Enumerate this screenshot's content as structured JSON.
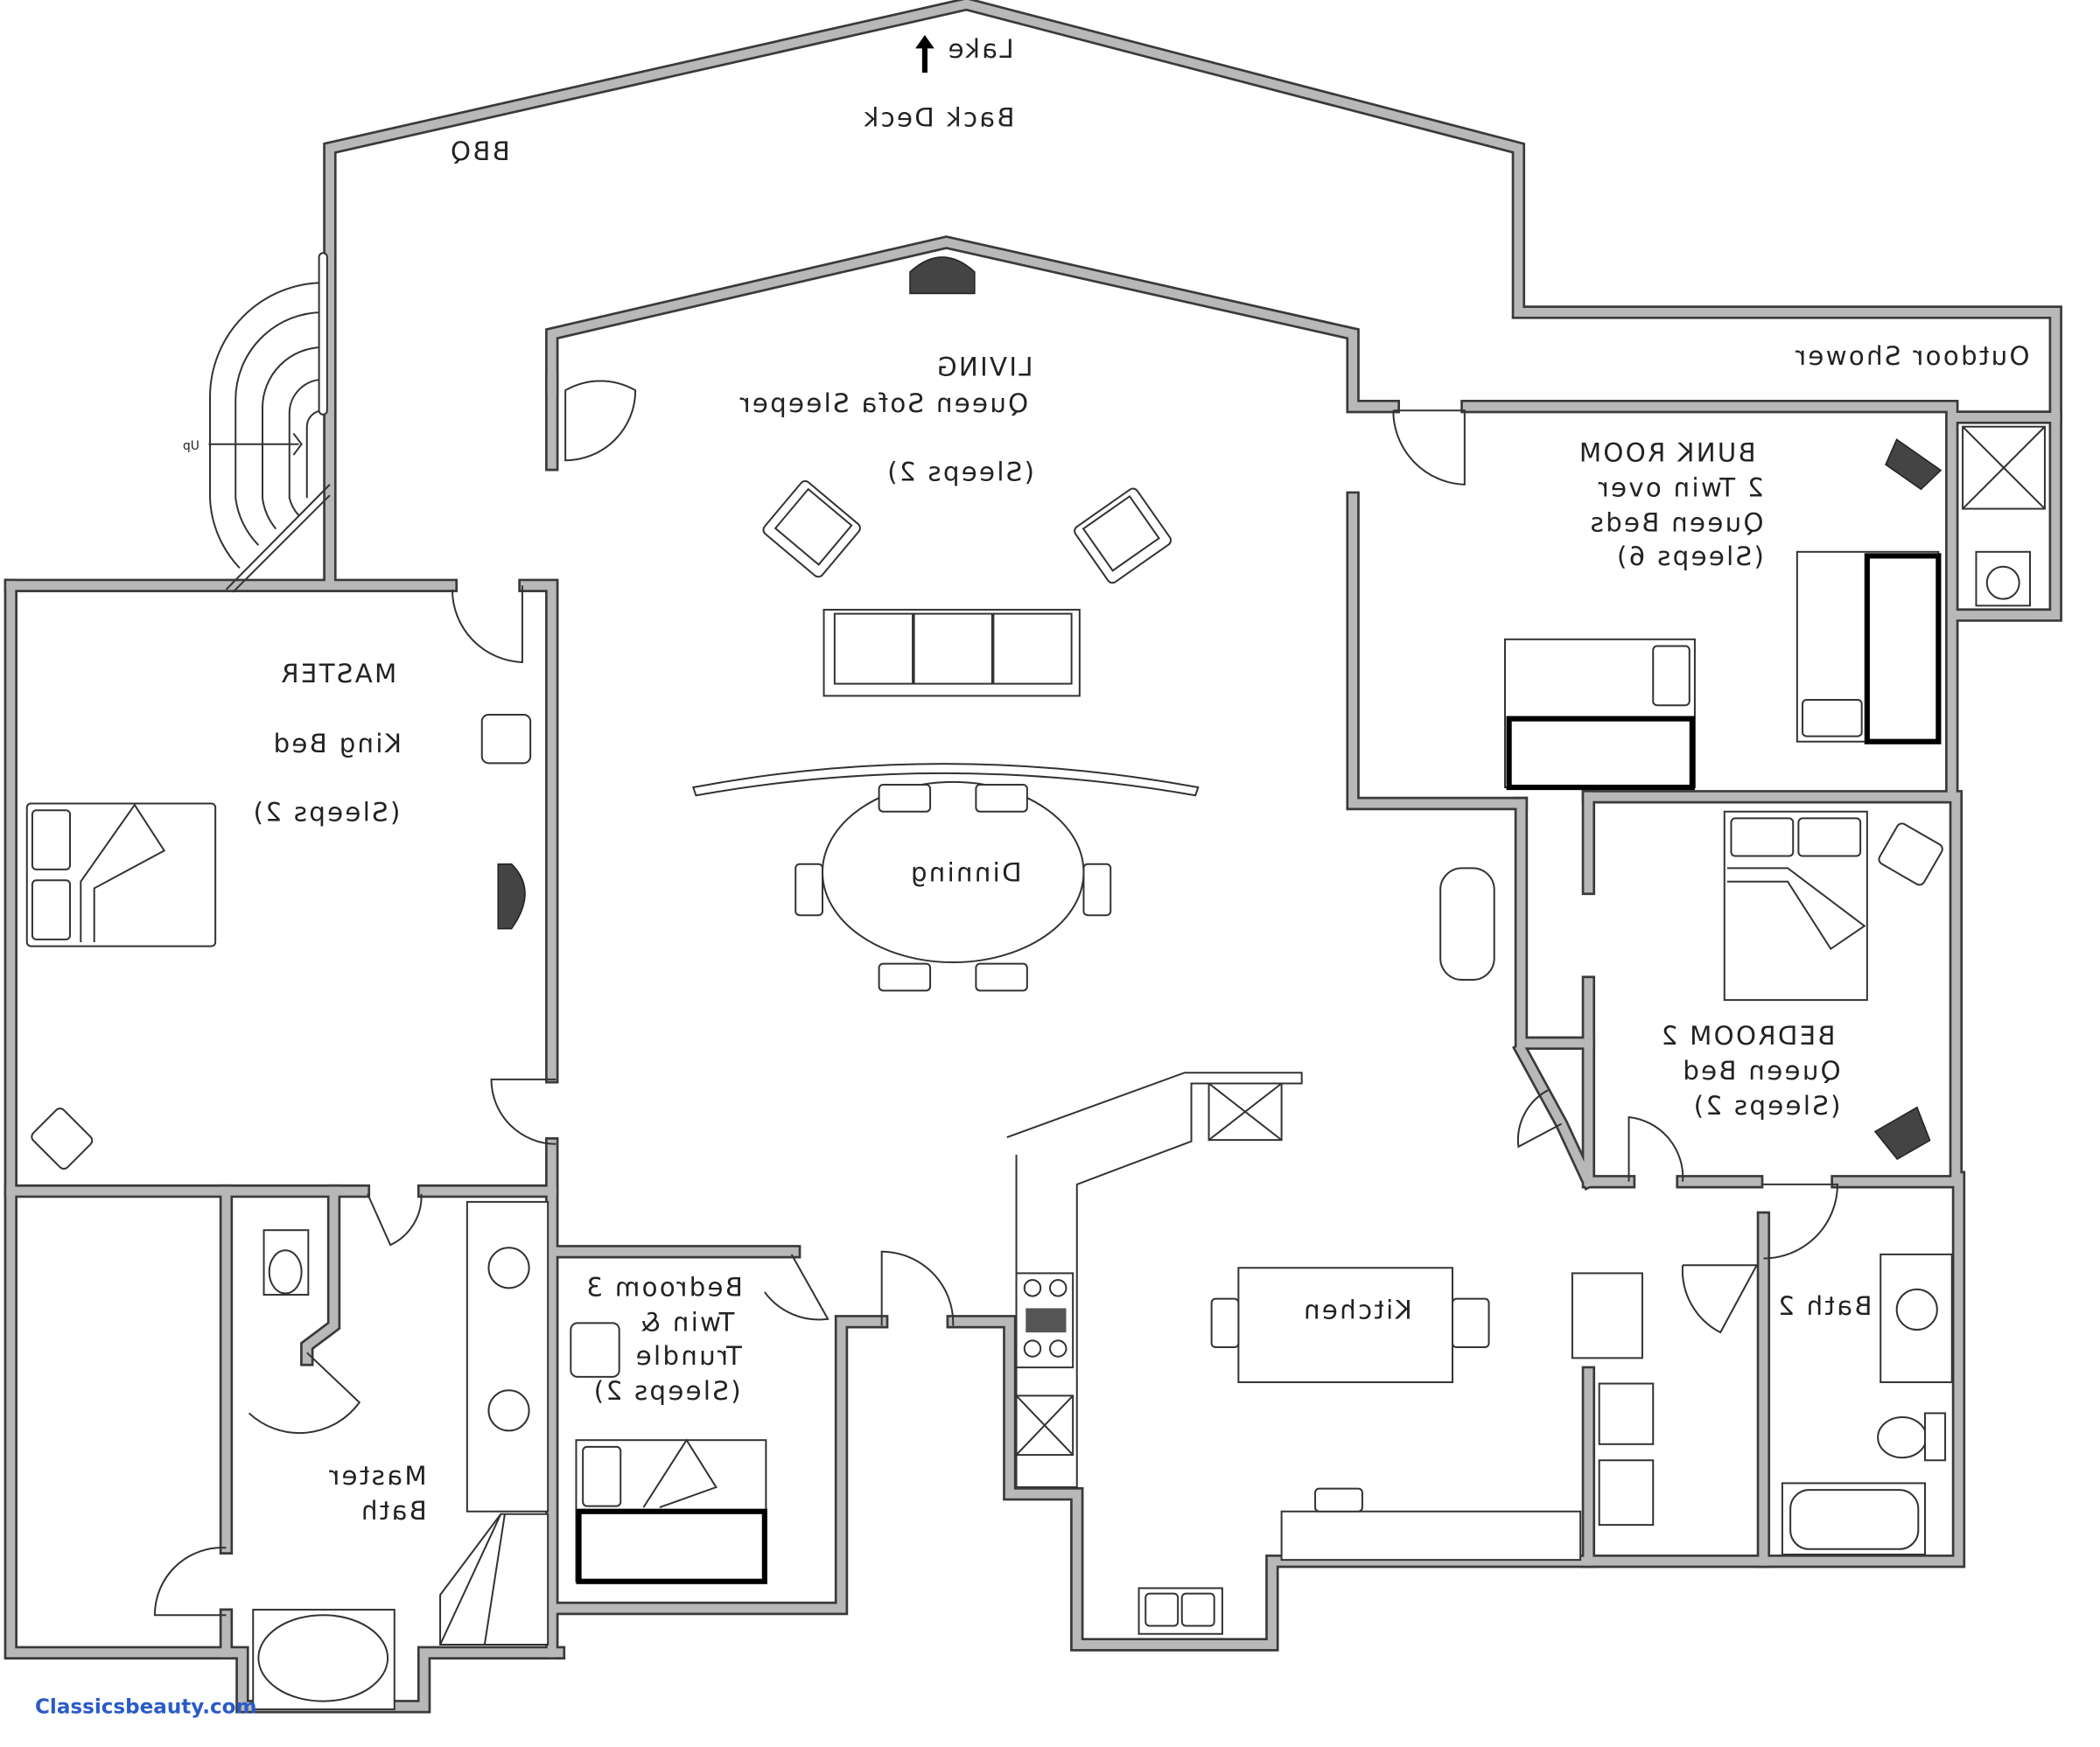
{
  "exterior": {
    "lake": "Lake",
    "back_deck": "Back Deck",
    "bbq": "BBQ",
    "outdoor_shower": "Outdoor Shower",
    "stairs": "Up"
  },
  "living": {
    "title": "LIVING",
    "bed": "Queen Sofa Sleeper",
    "sleeps": "(Sleeps 2)"
  },
  "bunk_room": {
    "title": "BUNK ROOM",
    "line1": "2 Twin over",
    "line2": "Queen Beds",
    "sleeps": "(Sleeps 6)"
  },
  "master": {
    "title": "MASTER",
    "bed": "King Bed",
    "sleeps": "(Sleeps 2)"
  },
  "dining": {
    "title": "Dinning"
  },
  "bedroom2": {
    "title": "BEDROOM 2",
    "bed": "Queen Bed",
    "sleeps": "(Sleeps 2)"
  },
  "kitchen": {
    "title": "Kitchen"
  },
  "bath2": {
    "title": "Bath 2"
  },
  "bedroom3": {
    "title": "Bedroom 3",
    "line1": "Twin &",
    "line2": "Trundle",
    "sleeps": "(Sleeps 2)"
  },
  "master_bath": {
    "line1": "Master",
    "line2": "Bath"
  },
  "watermark": "Classicsbeauty.com",
  "colors": {
    "wall": "#b8b8b8",
    "wall_edge": "#3a3a3a",
    "watermark": "#2a5bc7"
  }
}
